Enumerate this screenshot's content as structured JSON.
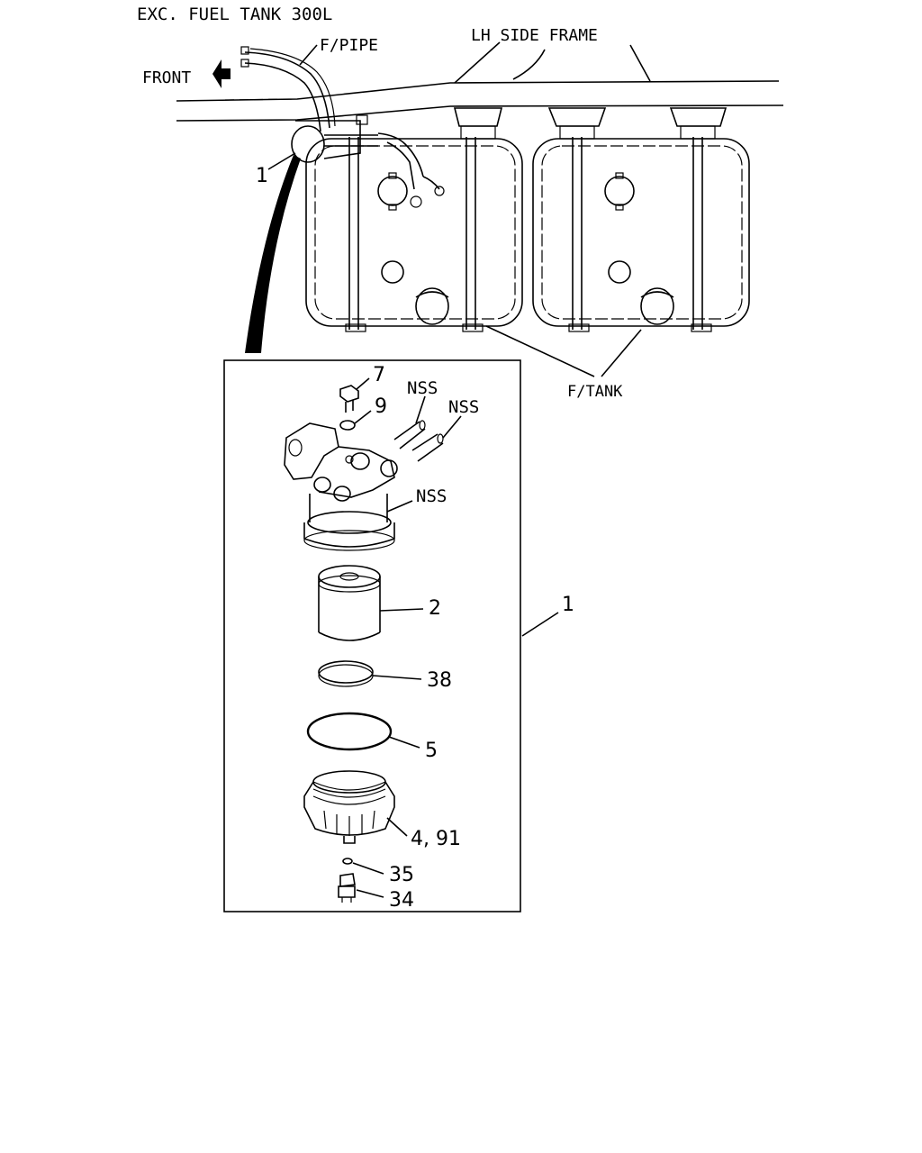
{
  "title": "EXC.  FUEL TANK 300L",
  "labels": {
    "f_pipe": "F/PIPE",
    "lh_side_frame": "LH SIDE FRAME",
    "front": "FRONT",
    "f_tank": "F/TANK"
  },
  "callouts": {
    "assembly_main": "1",
    "assembly_detail": "1",
    "bolt": "7",
    "washer": "9",
    "nss_1": "NSS",
    "nss_2": "NSS",
    "nss_3": "NSS",
    "element": "2",
    "ring": "38",
    "o_ring": "5",
    "bowl": "4, 91",
    "drain_washer": "35",
    "drain_plug": "34"
  }
}
